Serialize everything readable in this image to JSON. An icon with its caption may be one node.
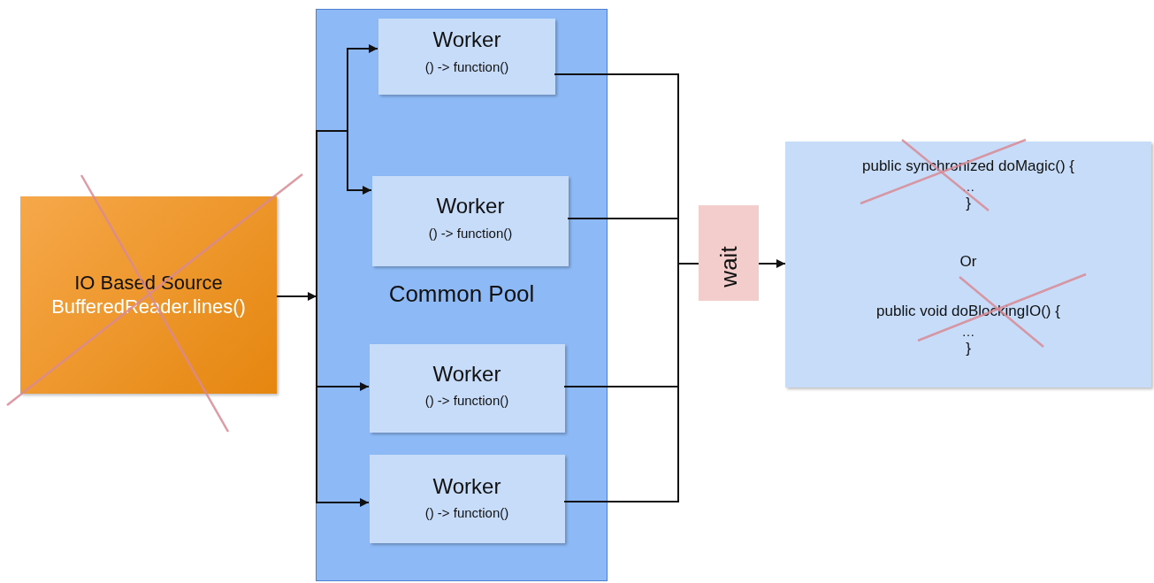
{
  "diagram": {
    "nodes": [
      {
        "text": [
          "IO Based Source",
          "BufferedReader.lines()"
        ]
      },
      {
        "text": [
          "Common Pool"
        ]
      },
      {
        "text": [
          "Worker",
          "() -> function()"
        ],
        "in": 1
      },
      {
        "text": [
          "Worker",
          "() -> function()"
        ],
        "in": 1
      },
      {
        "text": [
          "Worker",
          "() -> function()"
        ],
        "in": 1
      },
      {
        "text": [
          "Worker",
          "() -> function()"
        ],
        "in": 1
      },
      {
        "text": [
          "wait"
        ]
      },
      {
        "text": [
          "public synchronized doMagic() {",
          "…",
          "}",
          "Or",
          "public void doBlockingIO() {",
          "…",
          "}"
        ]
      }
    ],
    "edges": [
      {
        "from": 0,
        "to": 1,
        "arrow": "to"
      },
      {
        "from": 1,
        "to": 2,
        "arrow": "to"
      },
      {
        "from": 1,
        "to": 3,
        "arrow": "to"
      },
      {
        "from": 1,
        "to": 4,
        "arrow": "to"
      },
      {
        "from": 1,
        "to": 5,
        "arrow": "to"
      },
      {
        "from": 2,
        "to": 6,
        "arrow": "none"
      },
      {
        "from": 3,
        "to": 6,
        "arrow": "none"
      },
      {
        "from": 4,
        "to": 6,
        "arrow": "none"
      },
      {
        "from": 5,
        "to": 6,
        "arrow": "none"
      },
      {
        "from": 6,
        "to": 7,
        "arrow": "to"
      }
    ]
  }
}
